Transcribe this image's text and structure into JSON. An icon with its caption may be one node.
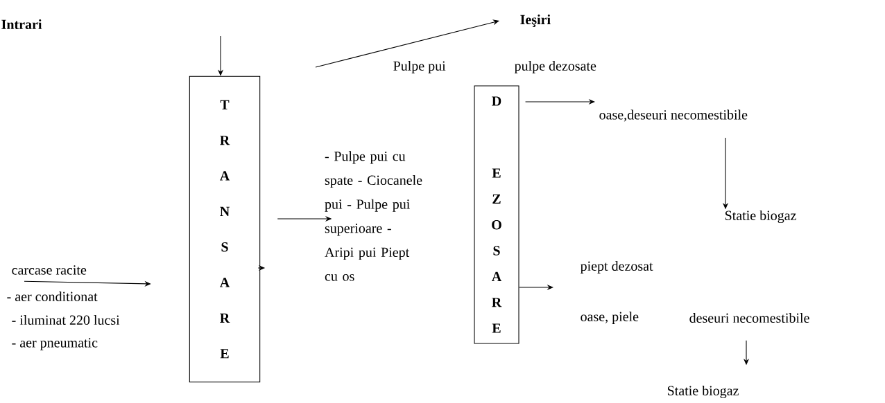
{
  "diagram": {
    "nodes": [
      {
        "text": [
          "T R A N S A R E"
        ]
      },
      {
        "text": [
          "D E Z O S A R E"
        ]
      },
      {
        "text": [
          "carcase racite"
        ]
      },
      {
        "text": [
          "- Pulpe pui cu spate - Ciocanele pui - Pulpe pui superioare - Aripi pui Piept cu os"
        ]
      },
      {
        "text": [
          "Ieşiri"
        ]
      },
      {
        "text": [
          "oase,deseuri necomestibile"
        ]
      },
      {
        "text": [
          "Statie biogaz"
        ]
      },
      {
        "text": [
          "piept dezosat"
        ]
      },
      {
        "text": [
          "deseuri necomestibile"
        ]
      },
      {
        "text": [
          "Statie biogaz"
        ]
      }
    ],
    "edges": [
      {
        "from": null,
        "to": 0,
        "arrow": "to"
      },
      {
        "from": 2,
        "to": 0,
        "arrow": "to"
      },
      {
        "from": 0,
        "to": 3,
        "arrow": "to"
      },
      {
        "from": 0,
        "to": null,
        "arrow": "to"
      },
      {
        "from": null,
        "to": 4,
        "arrow": "to"
      },
      {
        "from": 1,
        "to": 5,
        "arrow": "to"
      },
      {
        "from": 5,
        "to": 6,
        "arrow": "to"
      },
      {
        "from": 1,
        "to": 7,
        "arrow": "to"
      },
      {
        "from": 8,
        "to": 9,
        "arrow": "to"
      }
    ],
    "labels": [
      "Intrari",
      "- aer conditionat",
      "- iluminat 220 lucsi",
      "- aer pneumatic",
      "Pulpe pui",
      "pulpe dezosate",
      "oase, piele"
    ]
  }
}
